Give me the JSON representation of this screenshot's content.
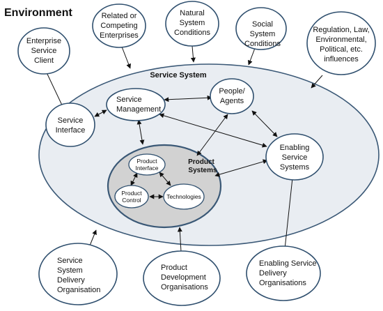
{
  "title": "Environment",
  "service_system": {
    "label": "Service System",
    "product_systems": {
      "label": [
        "Product",
        "Systems"
      ],
      "product_interface": [
        "Product",
        "Interface"
      ],
      "product_control": [
        "Product",
        "Control"
      ],
      "technologies": "Technologies"
    },
    "service_management": [
      "Service",
      "Management"
    ],
    "people_agents": [
      "People/",
      "Agents"
    ],
    "service_interface": [
      "Service",
      "Interface"
    ],
    "enabling_service_systems": [
      "Enabling",
      "Service",
      "Systems"
    ]
  },
  "environment_actors": {
    "enterprise_service_client": [
      "Enterprise",
      "Service",
      "Client"
    ],
    "related_competing": [
      "Related or",
      "Competing",
      "Enterprises"
    ],
    "natural_system_conditions": [
      "Natural",
      "System",
      "Conditions"
    ],
    "social_system_conditions": [
      "Social",
      "System",
      "Conditions"
    ],
    "regulation": [
      "Regulation, Law,",
      "Environmental,",
      "Political, etc.",
      "influences"
    ],
    "service_system_delivery": [
      "Service",
      "System",
      "Delivery",
      "Organisation"
    ],
    "product_development": [
      "Product",
      "Development",
      "Organisations"
    ],
    "enabling_service_delivery": [
      "Enabling Service",
      "Delivery",
      "Organisations"
    ]
  },
  "colors": {
    "node_stroke": "#2f4f6e",
    "system_fill": "#e9edf2",
    "product_fill": "#d2d2d2"
  }
}
